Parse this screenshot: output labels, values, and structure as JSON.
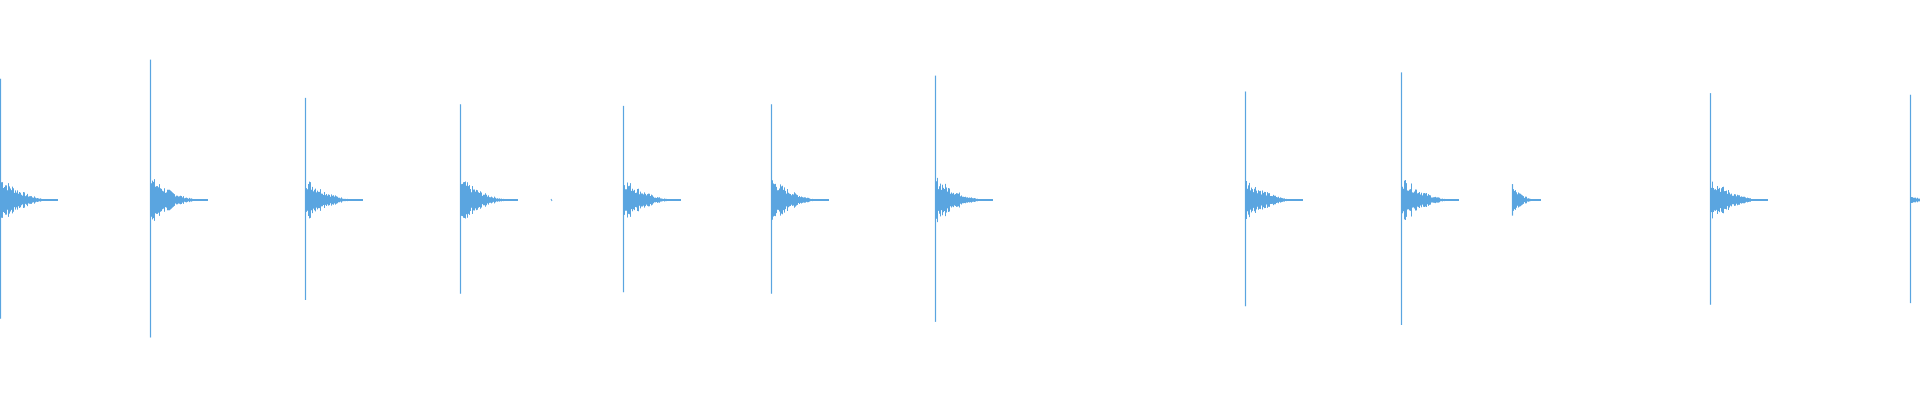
{
  "waveform": {
    "color": "#5aa5e0",
    "transients": [
      {
        "peak": 0.76,
        "tail": 0.36
      },
      {
        "peak": 0.88,
        "tail": 0.36
      },
      {
        "peak": 0.64,
        "tail": 0.34
      },
      {
        "peak": 0.6,
        "tail": 0.34
      },
      {
        "peak": 0.59,
        "tail": 0.34
      },
      {
        "peak": 0.6,
        "tail": 0.34
      },
      {
        "peak": 0.78,
        "tail": 0.36
      },
      {
        "peak": 0.68,
        "tail": 0.33
      },
      {
        "peak": 0.8,
        "tail": 0.36
      },
      {
        "peak": 0.1,
        "tail": 0.2
      },
      {
        "peak": 0.67,
        "tail": 0.34
      },
      {
        "peak": 0.66,
        "tail": 0.05
      }
    ],
    "minor_blips": [
      {
        "peak": 0.01
      }
    ]
  }
}
